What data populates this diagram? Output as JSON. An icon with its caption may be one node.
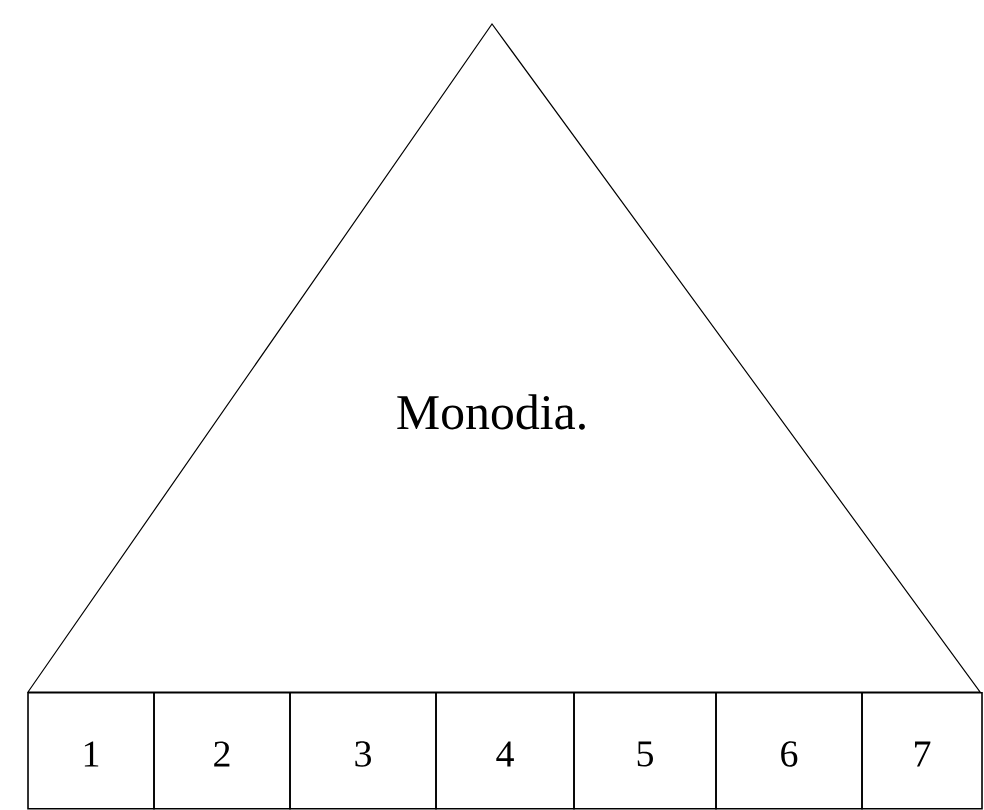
{
  "diagram": {
    "nodes": [
      {
        "text": [
          "Monodia."
        ]
      },
      {
        "text": [
          "1"
        ]
      },
      {
        "text": [
          "2"
        ]
      },
      {
        "text": [
          "3"
        ]
      },
      {
        "text": [
          "4"
        ]
      },
      {
        "text": [
          "5"
        ]
      },
      {
        "text": [
          "6"
        ]
      },
      {
        "text": [
          "7"
        ]
      }
    ]
  }
}
